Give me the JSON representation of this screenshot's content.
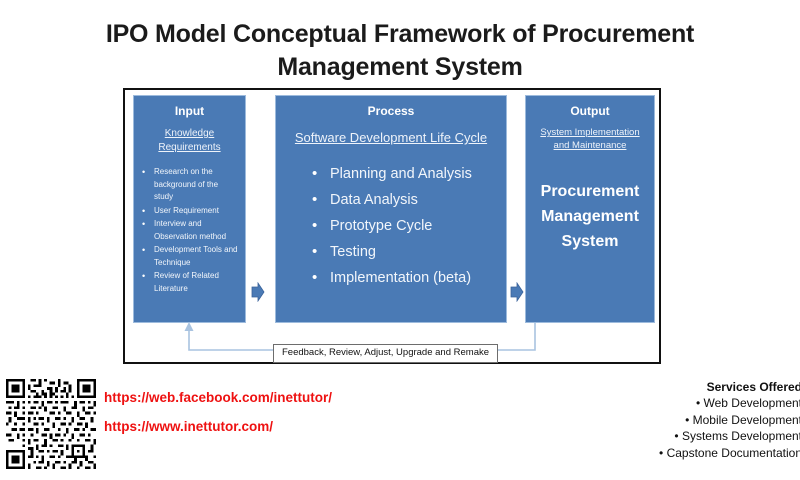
{
  "title": "IPO Model Conceptual Framework of Procurement Management System",
  "diagram": {
    "input": {
      "heading": "Input",
      "subheading": "Knowledge Requirements",
      "items": [
        "Research on the background of the study",
        "User Requirement",
        "Interview and Observation method",
        "Development Tools and Technique",
        "Review of Related Literature"
      ]
    },
    "process": {
      "heading": "Process",
      "subheading": "Software Development Life Cycle",
      "items": [
        "Planning and Analysis",
        "Data Analysis",
        "Prototype Cycle",
        "Testing",
        "Implementation (beta)"
      ]
    },
    "output": {
      "heading": "Output",
      "subheading": "System Implementation and Maintenance",
      "result": "Procurement Management System"
    },
    "feedback_label": "Feedback, Review, Adjust, Upgrade and Remake",
    "box_color": "#4a7ab5",
    "arrow_color": "#4a7ab5",
    "frame_color": "#111111",
    "feedback_line_color": "#a9c3e0"
  },
  "footer": {
    "links": [
      "https://web.facebook.com/inettutor/",
      "https://www.inettutor.com/"
    ],
    "link_color": "#ee1111",
    "services_title": "Services Offered",
    "services": [
      "Web Development",
      "Mobile Development",
      "Systems Development",
      "Capstone Documentation"
    ]
  }
}
